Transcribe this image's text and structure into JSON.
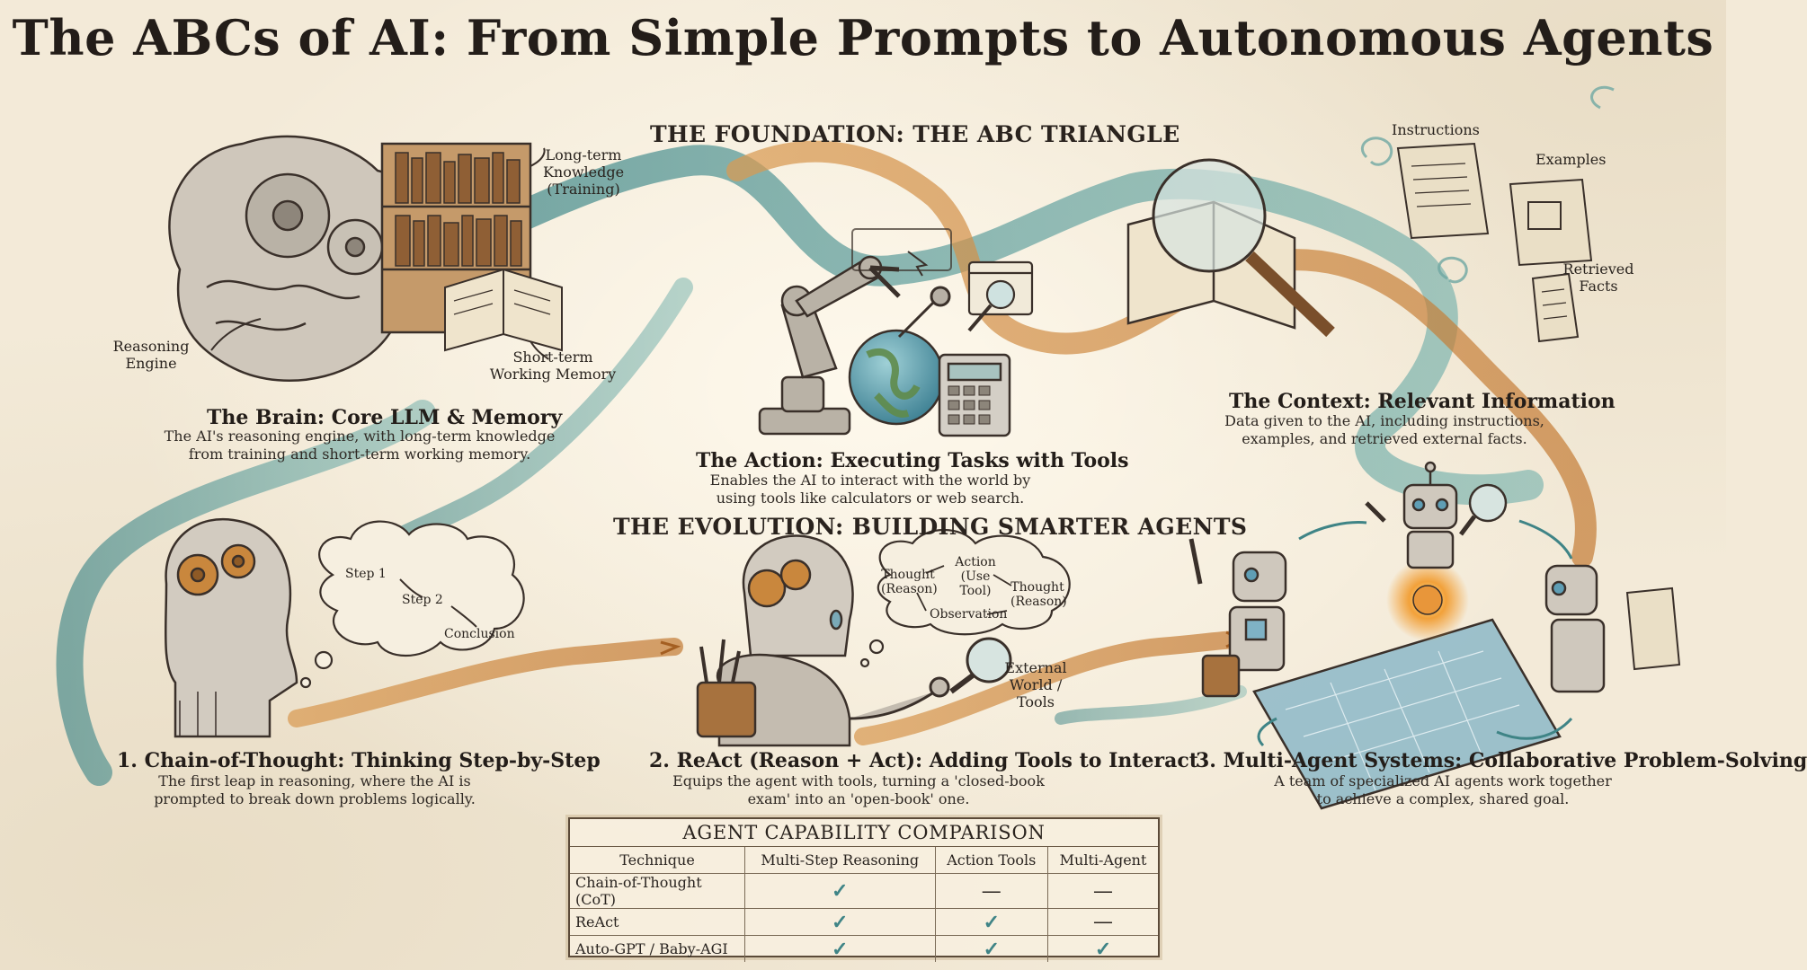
{
  "title": "The ABCs of AI: From Simple Prompts to Autonomous Agents",
  "sections": {
    "foundation": "THE FOUNDATION: THE ABC TRIANGLE",
    "evolution": "THE EVOLUTION: BUILDING SMARTER AGENTS"
  },
  "brain": {
    "title": "The Brain: Core LLM & Memory",
    "desc": "The AI's reasoning engine, with long-term knowledge from training and short-term working memory.",
    "labels": {
      "long_term": "Long-term Knowledge (Training)",
      "reasoning": "Reasoning Engine",
      "short_term": "Short-term Working Memory"
    }
  },
  "action": {
    "title": "The Action: Executing Tasks with Tools",
    "desc": "Enables the AI to interact with the world by using tools like calculators or web search."
  },
  "context": {
    "title": "The Context: Relevant Information",
    "desc": "Data given to the AI, including instructions, examples, and retrieved external facts.",
    "labels": {
      "instructions": "Instructions",
      "examples": "Examples",
      "retrieved": "Retrieved Facts"
    }
  },
  "cot": {
    "title": "1. Chain-of-Thought: Thinking Step-by-Step",
    "desc": "The first leap in reasoning, where the AI is prompted to break down problems logically.",
    "bubble": {
      "step1": "Step 1",
      "step2": "Step 2",
      "conclusion": "Conclusion"
    }
  },
  "react": {
    "title": "2. ReAct (Reason + Act): Adding Tools to Interact",
    "desc": "Equips the agent with tools, turning a 'closed-book exam' into an 'open-book' one.",
    "bubble": {
      "thought1": "Thought (Reason)",
      "action": "Action (Use Tool)",
      "thought2": "Thought (Reason)",
      "observation": "Observation"
    },
    "external": "External World / Tools"
  },
  "multi": {
    "title": "3. Multi-Agent Systems: Collaborative Problem-Solving",
    "desc": "A team of specialized AI agents work together to achieve a complex, shared goal."
  },
  "comparison": {
    "title": "AGENT CAPABILITY COMPARISON",
    "headers": [
      "Technique",
      "Multi-Step Reasoning",
      "Action Tools",
      "Multi-Agent"
    ],
    "rows": [
      {
        "technique": "Chain-of-Thought (CoT)",
        "reasoning": "✓",
        "tools": "—",
        "multi": "—"
      },
      {
        "technique": "ReAct",
        "reasoning": "✓",
        "tools": "✓",
        "multi": "—"
      },
      {
        "technique": "Auto-GPT / Baby-AGI",
        "reasoning": "✓",
        "tools": "✓",
        "multi": "✓"
      }
    ]
  },
  "colors": {
    "teal": "#5a9c9c",
    "orange": "#d18a3c",
    "ink": "#2a2420",
    "paper": "#f3ead8"
  }
}
